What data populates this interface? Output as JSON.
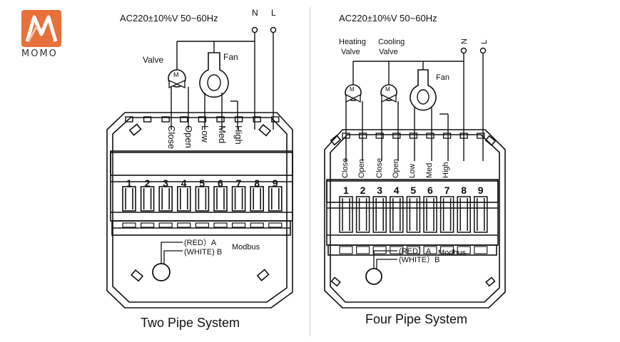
{
  "logo": {
    "text": "MOMO"
  },
  "left": {
    "supply": "AC220±10%V 50~60Hz",
    "n_label": "N",
    "l_label": "L",
    "valve_label": "Valve",
    "fan_label": "Fan",
    "motor_glyph": "M",
    "terminals": [
      "Close",
      "Open",
      "Low",
      "Med",
      "High"
    ],
    "numbers": [
      "1",
      "2",
      "3",
      "4",
      "5",
      "6",
      "7",
      "8",
      "9"
    ],
    "red": "(RED）A",
    "white": "(WHITE) B",
    "modbus": "Modbus",
    "caption": "Two Pipe System"
  },
  "right": {
    "supply": "AC220±10%V 50~60Hz",
    "n_label": "N",
    "l_label": "L",
    "heating_1": "Heating",
    "heating_2": "Valve",
    "cooling_1": "Cooling",
    "cooling_2": "Valve",
    "fan_label": "Fan",
    "motor_glyph": "M",
    "terminals": [
      "Close",
      "Open",
      "Close",
      "Open",
      "Low",
      "Med",
      "High"
    ],
    "numbers": [
      "1",
      "2",
      "3",
      "4",
      "5",
      "6",
      "7",
      "8",
      "9"
    ],
    "red": "(RED）A",
    "white": "(WHITE）B",
    "modbus": "Modbus",
    "caption": "Four Pipe System"
  },
  "colors": {
    "logo": "#e8703a",
    "line": "#111111"
  }
}
